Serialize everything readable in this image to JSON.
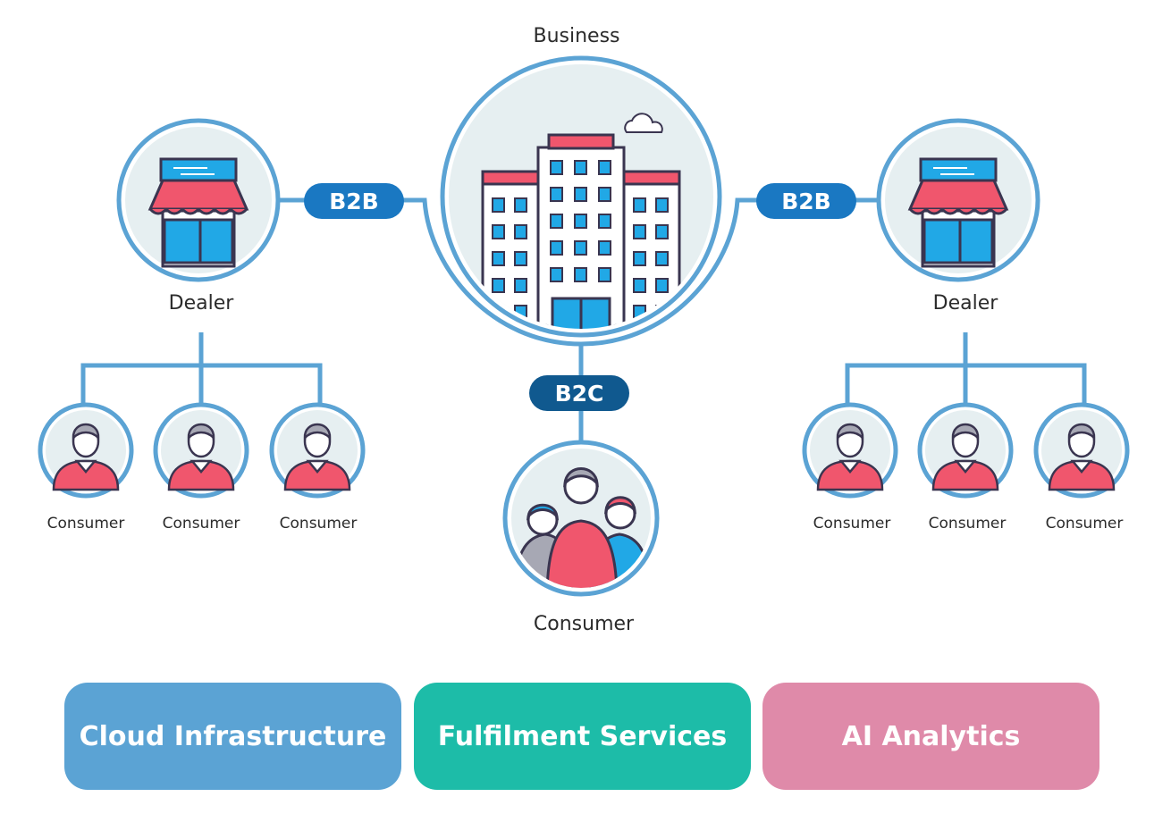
{
  "labels": {
    "business": "Business",
    "dealer_left": "Dealer",
    "dealer_right": "Dealer",
    "consumer_main": "Consumer",
    "consumers_left": [
      "Consumer",
      "Consumer",
      "Consumer"
    ],
    "consumers_right": [
      "Consumer",
      "Consumer",
      "Consumer"
    ]
  },
  "connectors": {
    "b2b_left": "B2B",
    "b2b_right": "B2B",
    "b2c": "B2C"
  },
  "cards": [
    {
      "label": "Cloud Infrastructure",
      "color": "#5ba3d4"
    },
    {
      "label": "Fulfilment Services",
      "color": "#1dbca8"
    },
    {
      "label": "AI Analytics",
      "color": "#df8aa9"
    }
  ],
  "colors": {
    "line": "#5ba3d4",
    "node_fill": "#e8f0f2",
    "accent_red": "#f0566d",
    "accent_blue": "#21a8e6",
    "outline": "#3a3550"
  }
}
